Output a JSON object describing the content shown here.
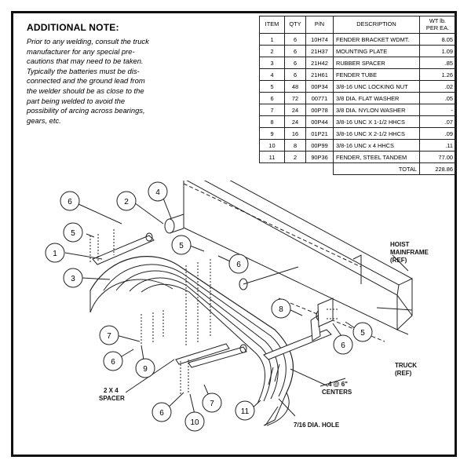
{
  "note": {
    "title": "ADDITIONAL NOTE:",
    "lines": [
      "Prior to any welding, consult the truck",
      "manufacturer for any special pre-",
      "cautions that may need to be taken.",
      "Typically the batteries must be dis-",
      "connected and the ground lead from",
      "the welder should be as close to the",
      "part being welded to avoid the",
      "possibility of arcing across bearings,",
      "gears, etc."
    ]
  },
  "table": {
    "headers": [
      "ITEM",
      "QTY",
      "P/N",
      "DESCRIPTION",
      "WT lb.",
      "PER EA."
    ],
    "rows": [
      [
        "1",
        "6",
        "10H74",
        "FENDER BRACKET WDMT.",
        "8.05"
      ],
      [
        "2",
        "6",
        "21H37",
        "MOUNTING PLATE",
        "1.09"
      ],
      [
        "3",
        "6",
        "21H42",
        "RUBBER SPACER",
        ".85"
      ],
      [
        "4",
        "6",
        "21H61",
        "FENDER TUBE",
        "1.26"
      ],
      [
        "5",
        "48",
        "00P34",
        "3/8-16 UNC LOCKING NUT",
        ".02"
      ],
      [
        "6",
        "72",
        "00771",
        "3/8 DIA. FLAT WASHER",
        ".05"
      ],
      [
        "7",
        "24",
        "00P78",
        "3/8 DIA. NYLON WASHER",
        "-"
      ],
      [
        "8",
        "24",
        "00P44",
        "3/8-16 UNC X 1-1/2 HHCS",
        ".07"
      ],
      [
        "9",
        "16",
        "01P21",
        "3/8-16 UNC X 2-1/2 HHCS",
        ".09"
      ],
      [
        "10",
        "8",
        "00P99",
        "3/8-16 UNC x 4 HHCS",
        ".11"
      ],
      [
        "11",
        "2",
        "90P36",
        "FENDER, STEEL TANDEM",
        "77.00"
      ]
    ],
    "total_label": "TOTAL",
    "total_value": "228.86"
  },
  "callouts": [
    "6",
    "2",
    "4",
    "5",
    "1",
    "3",
    "5",
    "6",
    "8",
    "6",
    "5",
    "7",
    "6",
    "9",
    "7",
    "6",
    "10",
    "11"
  ],
  "labels": {
    "hoist1": "HOIST",
    "hoist2": "MAINFRAME",
    "hoist3": "(REF)",
    "truck1": "TRUCK",
    "truck2": "(REF)",
    "spacer1": "2 X 4",
    "spacer2": "SPACER",
    "centers1": "4 @ 6\"",
    "centers2": "CENTERS",
    "hole": "7/16 DIA. HOLE"
  }
}
